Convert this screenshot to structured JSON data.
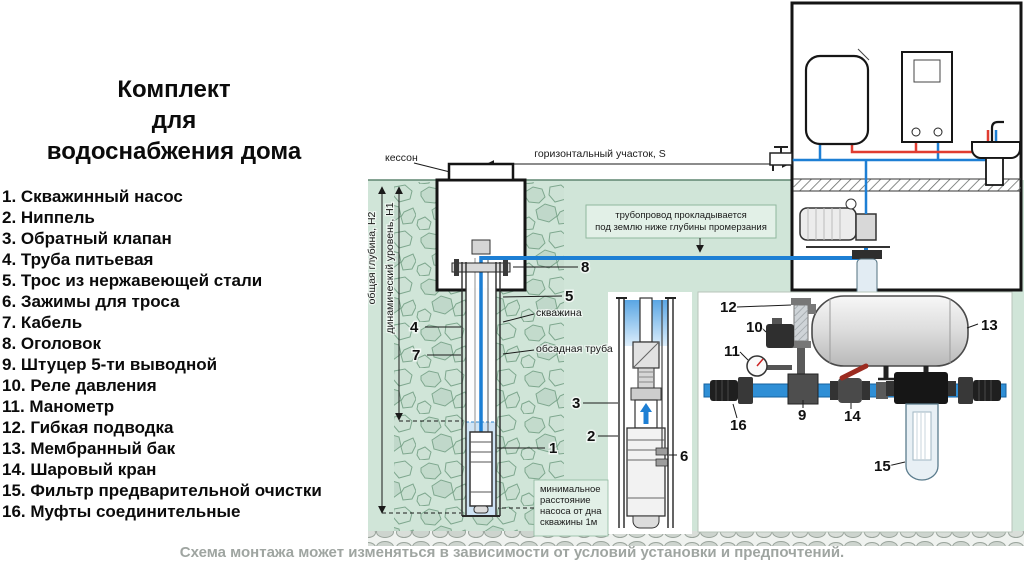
{
  "title": {
    "line1": "Комплект",
    "line2": "для",
    "line3": "водоснабжения дома"
  },
  "parts": [
    "1. Скважинный насос",
    "2. Ниппель",
    "3. Обратный клапан",
    "4. Труба питьевая",
    "5. Трос из нержавеющей стали",
    "6. Зажимы для троса",
    "7. Кабель",
    "8. Оголовок",
    "9. Штуцер 5-ти выводной",
    "10. Реле давления",
    "11. Манометр",
    "12. Гибкая подводка",
    "13. Мембранный бак",
    "14. Шаровый кран",
    "15. Фильтр предварительной очистки",
    "16. Муфты соединительные"
  ],
  "labels": {
    "kesson": "кессон",
    "horizontal": "горизонтальный участок, S",
    "pipeline1": "трубопровод прокладывается",
    "pipeline2": "под землю ниже глубины промерзания",
    "depth_total": "общая глубина, Н2",
    "depth_dynamic": "динамический уровень, Н1",
    "borehole": "скважина",
    "casing": "обсадная труба",
    "min1": "минимальное",
    "min2": "расстояние",
    "min3": "насоса от дна",
    "min4": "скважины 1м"
  },
  "callouts": {
    "n1": "1",
    "n2": "2",
    "n3": "3",
    "n4": "4",
    "n5": "5",
    "n6": "6",
    "n7": "7",
    "n8": "8",
    "n9": "9",
    "n10": "10",
    "n11": "11",
    "n12": "12",
    "n13": "13",
    "n14": "14",
    "n15": "15",
    "n16": "16"
  },
  "footer": "Схема монтажа может изменяться в зависимости от условий установки и предпочтений.",
  "colors": {
    "ground": "#d0e5d8",
    "stone_outline": "#7ea78e",
    "cold_pipe": "#1d7fd4",
    "hot_pipe": "#e03c31",
    "note_bg": "#e2f0e7",
    "footer_text": "#9fa5a1"
  }
}
